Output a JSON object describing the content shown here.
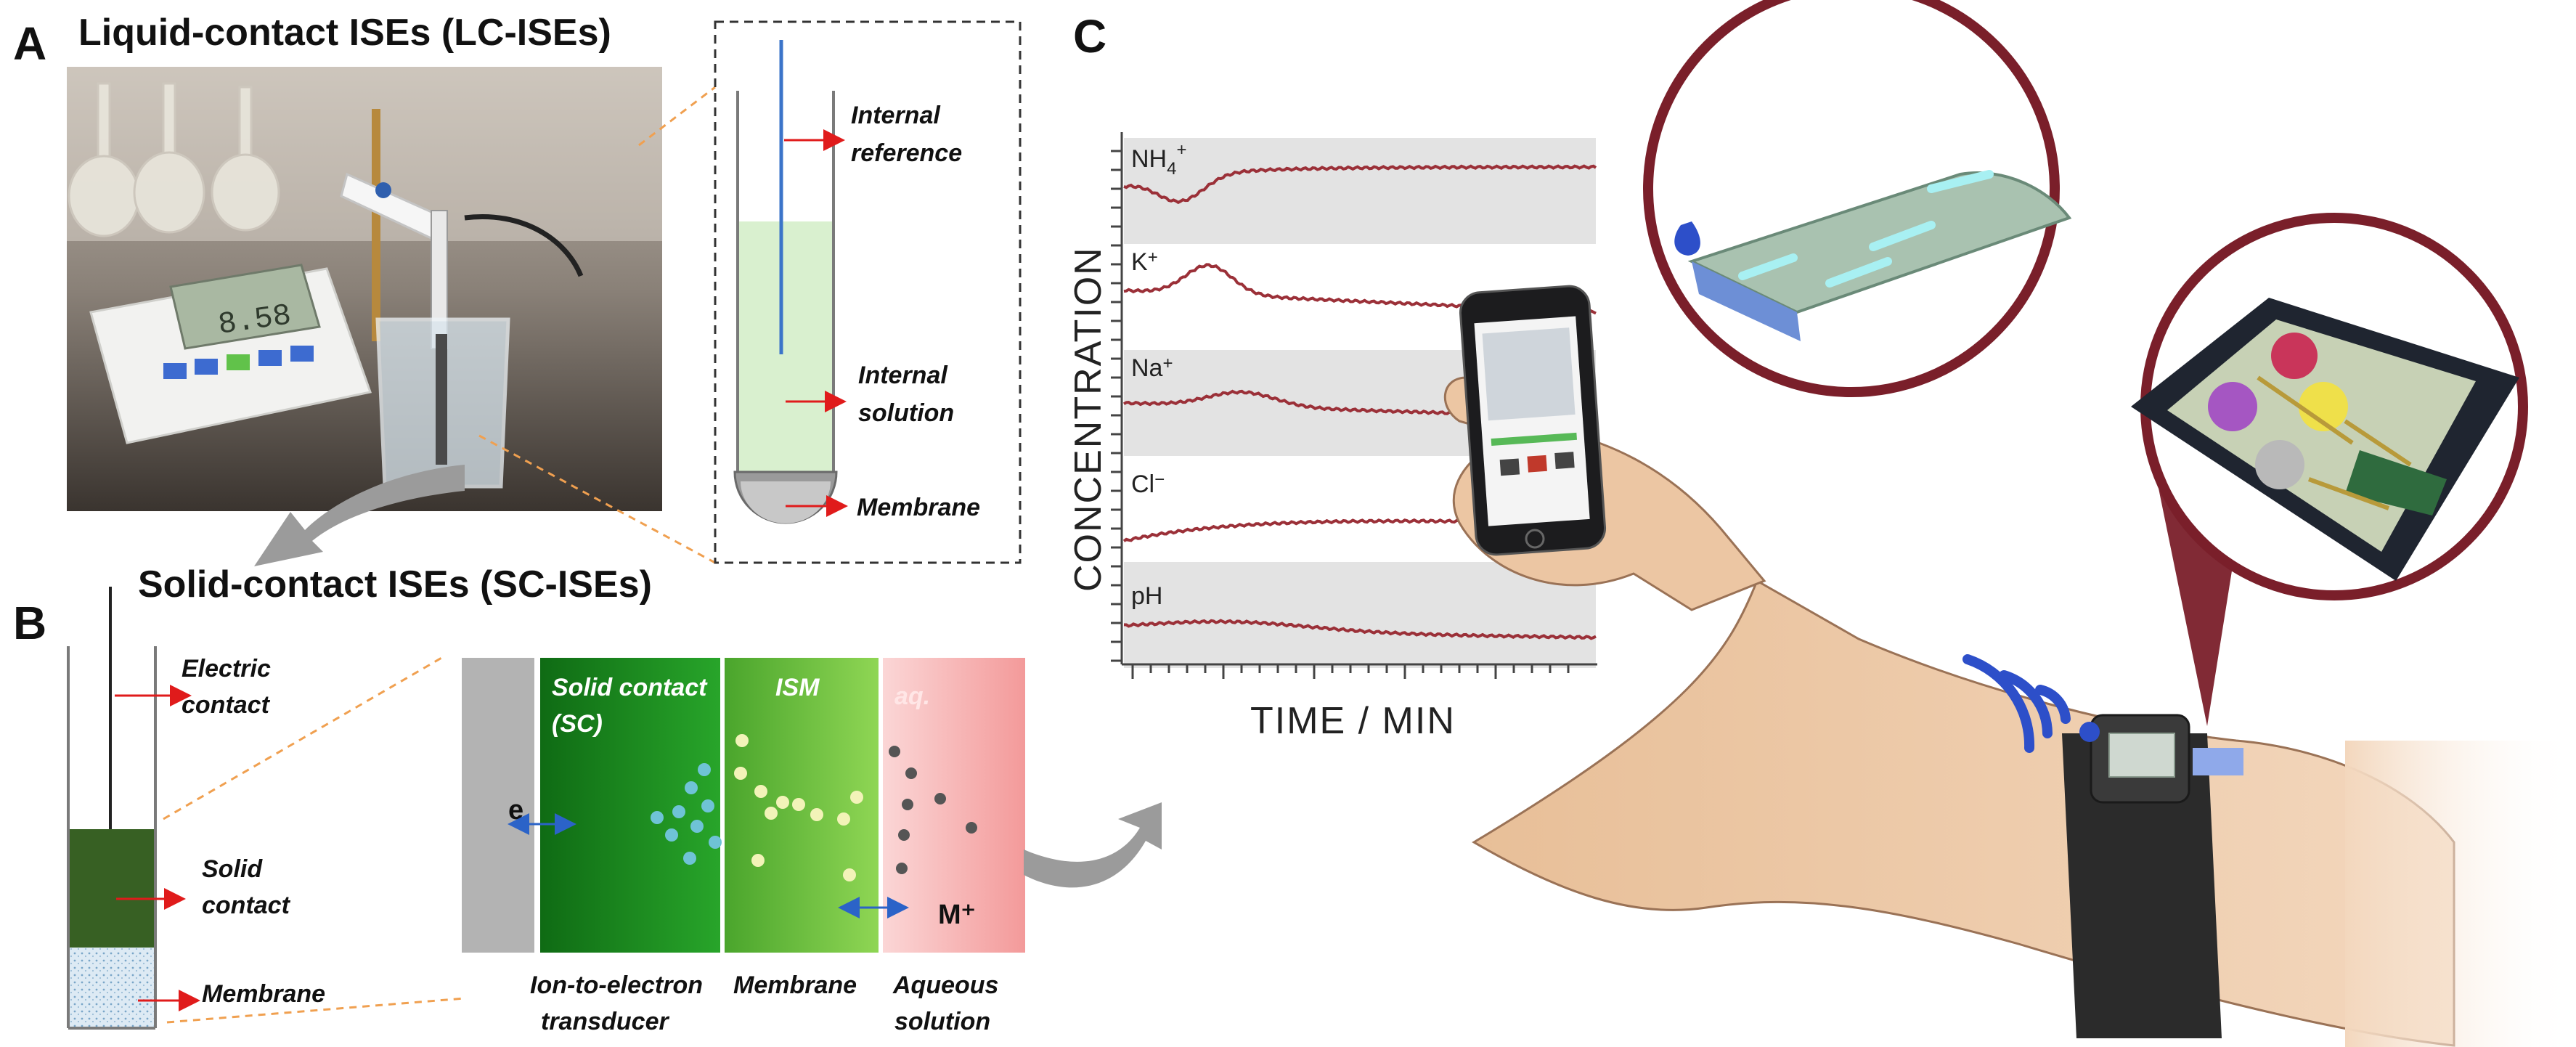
{
  "panels": {
    "a": {
      "letter": "A",
      "title": "Liquid-contact ISEs (LC-ISEs)",
      "meter_display": "8.58",
      "labels": {
        "internal_reference": [
          "Internal",
          "reference"
        ],
        "internal_solution": [
          "Internal",
          "solution"
        ],
        "membrane": "Membrane"
      }
    },
    "b": {
      "letter": "B",
      "title": "Solid-contact ISEs (SC-ISEs)",
      "labels": {
        "electric_contact": [
          "Electric",
          "contact"
        ],
        "solid_contact": [
          "Solid",
          "contact"
        ],
        "membrane": "Membrane"
      },
      "layers": {
        "sc": [
          "Solid contact",
          "(SC)"
        ],
        "ism": "ISM",
        "aq": "aq.",
        "electron": "e",
        "ion": "M⁺"
      },
      "captions": {
        "transducer": [
          "Ion-to-electron",
          "transducer"
        ],
        "membrane": "Membrane",
        "aqueous": [
          "Aqueous",
          "solution"
        ]
      }
    },
    "c": {
      "letter": "C",
      "chart": {
        "xlabel": "TIME / MIN",
        "ylabel": "CONCENTRATION",
        "ions": [
          {
            "base": "NH",
            "sub": "4",
            "sup": "+"
          },
          {
            "base": "K",
            "sub": "",
            "sup": "+"
          },
          {
            "base": "Na",
            "sub": "",
            "sup": "+"
          },
          {
            "base": "Cl",
            "sub": "",
            "sup": "−"
          },
          {
            "base": "pH",
            "sub": "",
            "sup": ""
          }
        ]
      }
    }
  },
  "colors": {
    "trace": "#9b3038",
    "band": "#e3e3e3",
    "sc_green": "#1f8f1f",
    "ism_green": "#6cc43a",
    "aq_pink": "#f6a9a9",
    "maroon": "#7a1f2a"
  }
}
